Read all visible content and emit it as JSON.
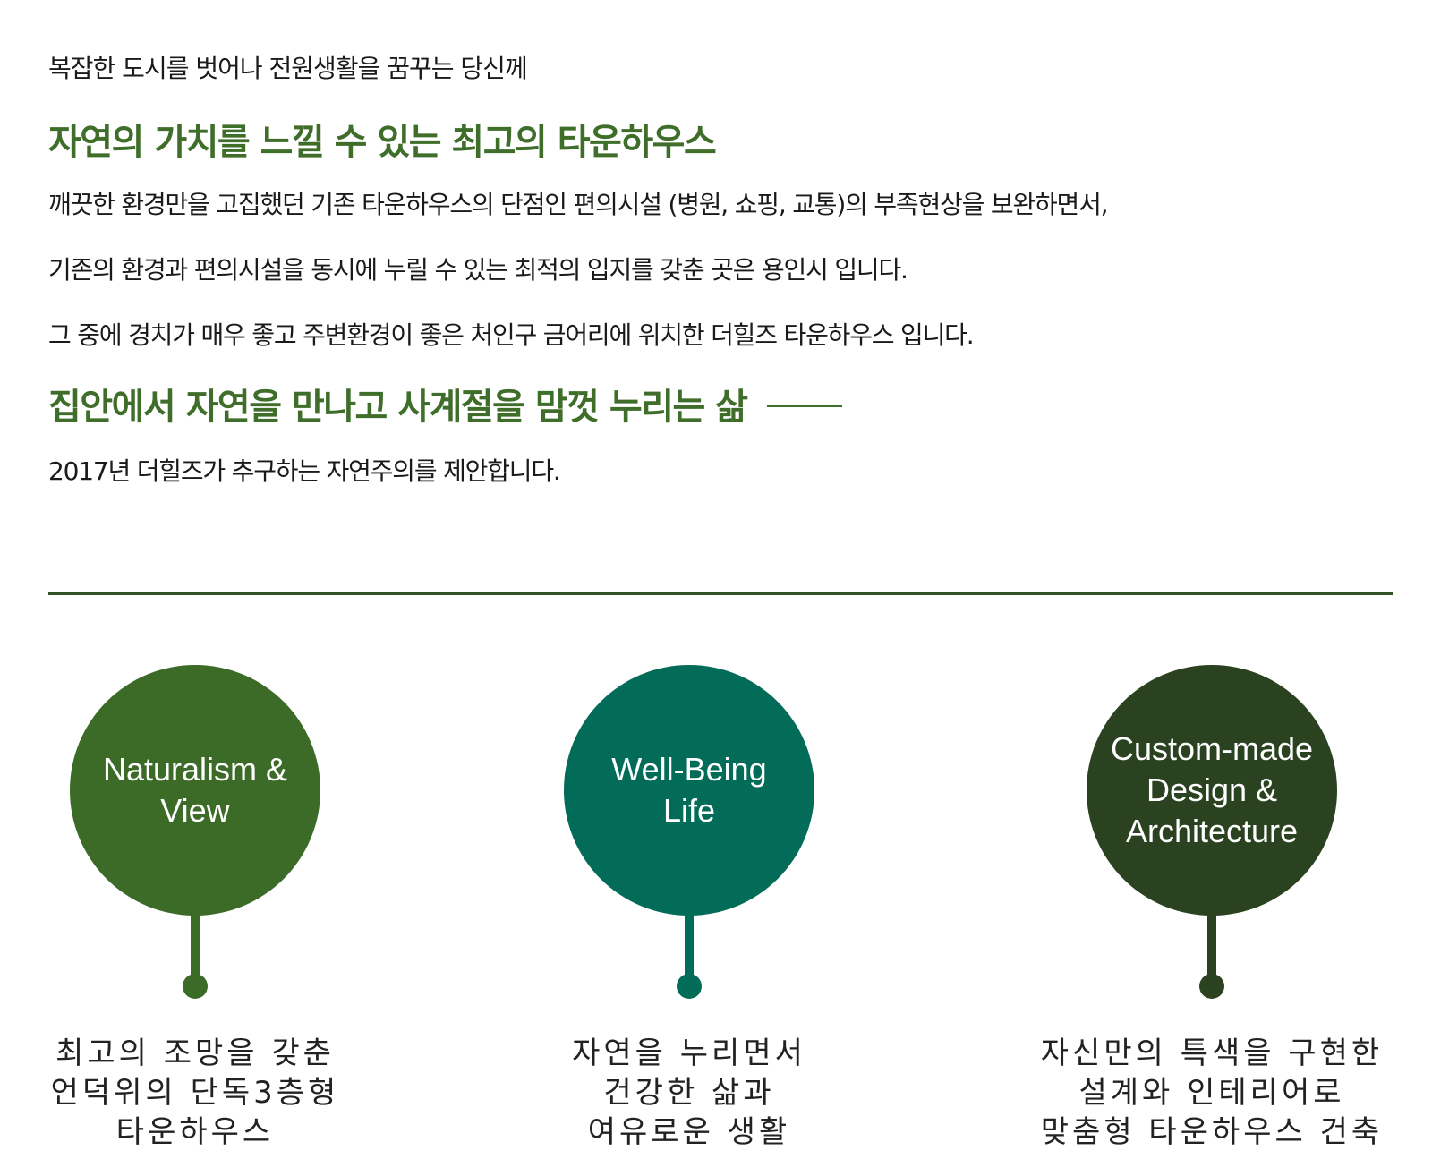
{
  "intro": {
    "subtitle": "복잡한 도시를 벗어나 전원생활을 꿈꾸는 당신께",
    "heading": "자연의 가치를 느낄 수 있는 최고의 타운하우스",
    "paragraphs": [
      "깨끗한 환경만을 고집했던 기존 타운하우스의 단점인 편의시설 (병원, 쇼핑, 교통)의 부족현상을 보완하면서,",
      "기존의 환경과 편의시설을 동시에 누릴 수 있는 최적의 입지를 갖춘 곳은 용인시 입니다.",
      "그 중에 경치가 매우 좋고 주변환경이 좋은 처인구 금어리에 위치한 더힐즈 타운하우스 입니다."
    ],
    "heading_2": "집안에서 자연을 만나고 사계절을 맘껏 누리는 삶",
    "closing": "2017년 더힐즈가 추구하는 자연주의를 제안합니다."
  },
  "features": [
    {
      "title": "Naturalism &\nView",
      "caption": "최고의 조망을 갖춘\n언덕위의 단독3층형\n타운하우스",
      "color": "#3c6b28"
    },
    {
      "title": "Well-Being\nLife",
      "caption": "자연을 누리면서\n건강한 삶과\n여유로운 생활",
      "color": "#026c58"
    },
    {
      "title": "Custom-made\nDesign &\nArchitecture",
      "caption": "자신만의 특색을 구현한\n설계와 인테리어로\n맞춤형 타운하우스 건축",
      "color": "#2a4220"
    }
  ],
  "colors": {
    "heading_green": "#3f6e2a",
    "divider": "#2f5322",
    "text": "#1a1a1a"
  }
}
